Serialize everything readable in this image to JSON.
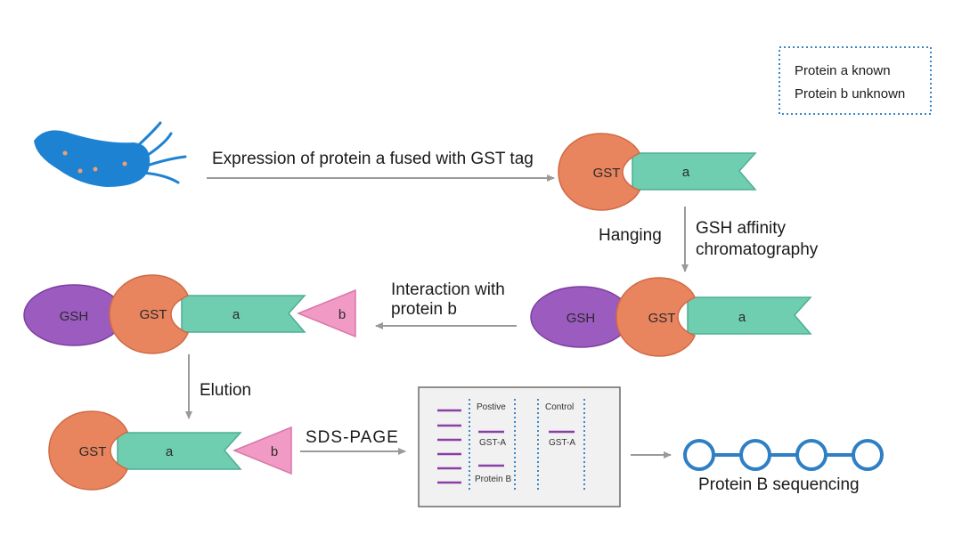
{
  "legend": {
    "line1": "Protein a known",
    "line2": "Protein b unknown"
  },
  "steps": {
    "expression": "Expression of protein a fused with GST tag",
    "hanging": "Hanging",
    "gsh_line1": "GSH affinity",
    "gsh_line2": "chromatography",
    "interaction_line1": "Interaction with",
    "interaction_line2": "protein b",
    "elution": "Elution",
    "sds_page": "SDS-PAGE",
    "sequencing": "Protein B sequencing"
  },
  "labels": {
    "gst": "GST",
    "gsh": "GSH",
    "a": "a",
    "b": "b"
  },
  "gel": {
    "positive": "Postive",
    "control": "Control",
    "gst_a": "GST-A",
    "protein_b": "Protein B"
  },
  "colors": {
    "gst": "#e8845e",
    "protein_a": "#6fcdb0",
    "gsh": "#9b5bbf",
    "protein_b": "#f29ac6",
    "bacterium": "#1e82d2",
    "bead": "#2f7fc4",
    "band": "#8a3fa6"
  }
}
